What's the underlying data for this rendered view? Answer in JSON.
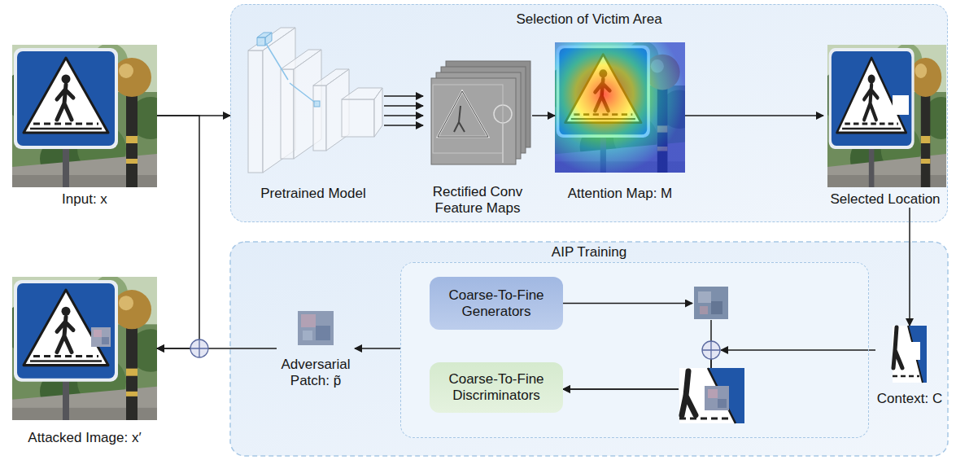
{
  "diagram": {
    "nodes": [
      {
        "text": [
          "Input: x"
        ]
      },
      {
        "text": [
          "Selection of Victim Area"
        ]
      },
      {
        "text": [
          "Pretrained Model"
        ],
        "in": 1
      },
      {
        "text": [
          "Rectified Conv Feature Maps"
        ],
        "in": 1
      },
      {
        "text": [
          "Attention Map: M"
        ],
        "in": 1
      },
      {
        "text": [
          "Selected Location"
        ],
        "in": 1
      },
      {
        "text": [
          "AIP Training"
        ]
      },
      {
        "text": [
          "Coarse-To-Fine Generators"
        ],
        "in": 6
      },
      {
        "text": [
          "Coarse-To-Fine Discriminators"
        ],
        "in": 6
      },
      {
        "text": [
          "Context: C"
        ]
      },
      {
        "text": [
          "Adversarial Patch: p̃"
        ]
      },
      {
        "text": [
          "Attacked Image: x′"
        ]
      }
    ],
    "edges": [
      {
        "from": 0,
        "to": 1,
        "arrow": "to"
      },
      {
        "from": 2,
        "to": 3,
        "arrow": "to"
      },
      {
        "from": 3,
        "to": 4,
        "arrow": "to"
      },
      {
        "from": 4,
        "to": 5,
        "arrow": "to"
      },
      {
        "from": 5,
        "to": 9,
        "arrow": "to"
      },
      {
        "from": 7,
        "to": 8,
        "arrow": "to"
      },
      {
        "from": 9,
        "to": 8,
        "arrow": "to"
      },
      {
        "from": 6,
        "to": 10,
        "arrow": "to"
      },
      {
        "from": 10,
        "to": 11,
        "arrow": "to"
      },
      {
        "from": 0,
        "to": 11,
        "arrow": "to"
      }
    ]
  }
}
